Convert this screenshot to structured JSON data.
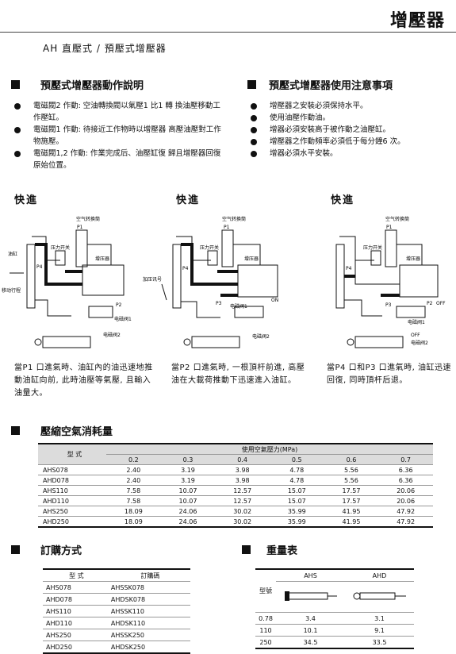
{
  "header": {
    "title": "增壓器",
    "subtitle": "AH 直壓式 / 預壓式增壓器"
  },
  "section_action": {
    "title": "預壓式增壓器動作說明",
    "items": [
      "電磁閥2 作動: 空油轉換閥以氣壓1 比1 轉 換油壓移動工作壓缸。",
      "電磁閥1 作動: 待接近工作物時以增壓器 高壓油壓對工作物施壓。",
      "電磁閥1,2 作動: 作業完成后、油壓缸復 歸且增壓器回復原始位置。"
    ]
  },
  "section_notes": {
    "title": "預壓式增壓器使用注意事項",
    "items": [
      "增壓器之安裝必須保持水平。",
      "使用油壓作動油。",
      "增器必須安裝高于被作動之油壓缸。",
      "增壓器之作動頻率必須低于每分鐘6 次。",
      "增器必須水平安裝。"
    ]
  },
  "diagrams": [
    {
      "heading": "快進",
      "labels": {
        "converter": "空气转换筒",
        "p1": "P1",
        "pressure_switch": "压力开关",
        "booster": "增压器",
        "cylinder": "油缸",
        "p4": "P4",
        "p2": "P2",
        "travel": "移动行程",
        "valve1": "电磁阀1",
        "valve2": "电磁阀2"
      },
      "caption": "當P1 口進氣時、油缸內的油迅速地推動油缸向前, 此時油壓等氣壓, 且輸入油量大。"
    },
    {
      "heading": "快進",
      "labels": {
        "converter": "空气转换筒",
        "p1": "P1",
        "pressure_switch": "压力开关",
        "booster": "增压器",
        "cylinder": "加压讯号",
        "p4": "P4",
        "p3": "P3",
        "on": "ON",
        "valve1": "电磁阀1",
        "valve2": "电磁阀2"
      },
      "caption": "當P2 口進氣時, 一根頂杆前進, 高壓油在大載荷推動下迅速進入油缸。"
    },
    {
      "heading": "快進",
      "labels": {
        "converter": "空气转换筒",
        "p1": "P1",
        "pressure_switch": "压力开关",
        "booster": "增压器",
        "p4": "P4",
        "p3": "P3",
        "p2": "P2",
        "off1": "OFF",
        "off2": "OFF",
        "valve1": "电磁阀1",
        "valve2": "电磁阀2"
      },
      "caption": "當P4 口和P3 口進氣時, 油缸迅速回復, 同時頂杆后退。"
    }
  ],
  "consumption": {
    "title": "壓縮空氣消耗量",
    "model_header": "型 式",
    "pressure_header": "使用空氣壓力(MPa)",
    "pressures": [
      "0.2",
      "0.3",
      "0.4",
      "0.5",
      "0.6",
      "0.7"
    ],
    "rows": [
      {
        "model": "AHS078",
        "values": [
          "2.40",
          "3.19",
          "3.98",
          "4.78",
          "5.56",
          "6.36"
        ]
      },
      {
        "model": "AHD078",
        "values": [
          "2.40",
          "3.19",
          "3.98",
          "4.78",
          "5.56",
          "6.36"
        ]
      },
      {
        "model": "AHS110",
        "values": [
          "7.58",
          "10.07",
          "12.57",
          "15.07",
          "17.57",
          "20.06"
        ]
      },
      {
        "model": "AHD110",
        "values": [
          "7.58",
          "10.07",
          "12.57",
          "15.07",
          "17.57",
          "20.06"
        ]
      },
      {
        "model": "AHS250",
        "values": [
          "18.09",
          "24.06",
          "30.02",
          "35.99",
          "41.95",
          "47.92"
        ]
      },
      {
        "model": "AHD250",
        "values": [
          "18.09",
          "24.06",
          "30.02",
          "35.99",
          "41.95",
          "47.92"
        ]
      }
    ]
  },
  "ordering": {
    "title": "訂購方式",
    "headers": [
      "型 式",
      "訂購碼"
    ],
    "rows": [
      [
        "AHS078",
        "AHSSK078"
      ],
      [
        "AHD078",
        "AHDSK078"
      ],
      [
        "AHS110",
        "AHSSK110"
      ],
      [
        "AHD110",
        "AHDSK110"
      ],
      [
        "AHS250",
        "AHSSK250"
      ],
      [
        "AHD250",
        "AHDSK250"
      ]
    ]
  },
  "weight": {
    "title": "重量表",
    "headers": [
      "AHS",
      "AHD"
    ],
    "side_label": "型號",
    "rows": [
      [
        "0.78",
        "3.4",
        "3.1"
      ],
      [
        "110",
        "10.1",
        "9.1"
      ],
      [
        "250",
        "34.5",
        "33.5"
      ]
    ]
  }
}
